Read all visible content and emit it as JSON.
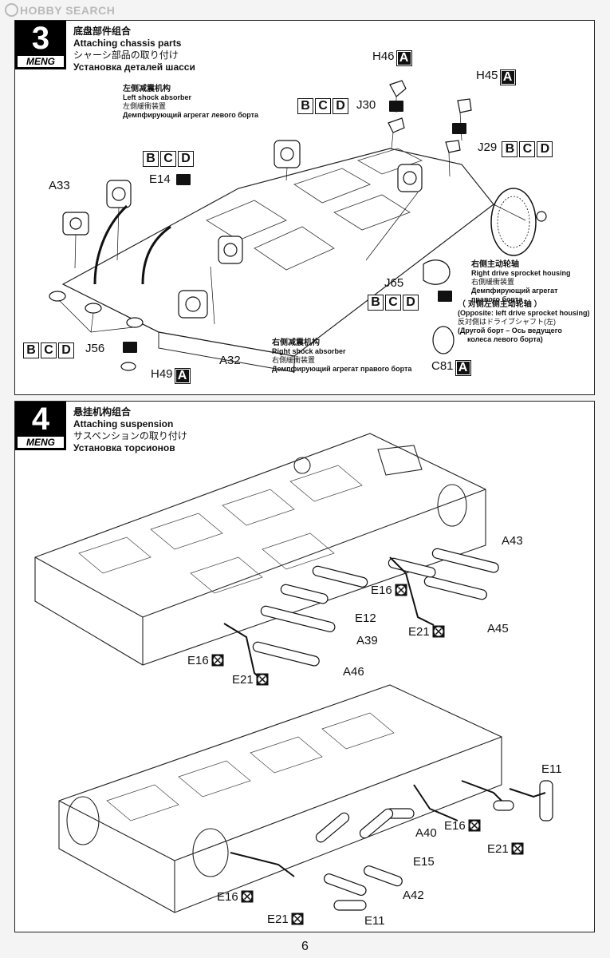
{
  "watermark": "HOBBY SEARCH",
  "page_number": "6",
  "step3": {
    "number": "3",
    "brand": "MENG",
    "title_cn": "底盘部件组合",
    "title_en": "Attaching chassis parts",
    "title_jp": "シャーシ部品の取り付け",
    "title_ru": "Установка деталей шасси",
    "left_shock": {
      "cn": "左侧减震机构",
      "en": "Left shock absorber",
      "jp": "左側緩衝装置",
      "ru": "Демпфирующий агрегат левого борта"
    },
    "right_shock": {
      "cn": "右侧减震机构",
      "en": "Right shock absorber",
      "jp": "右側緩衝装置",
      "ru": "Демпфирующий агрегат правого борта"
    },
    "sprocket": {
      "cn": "右侧主动轮轴",
      "en": "Right drive sprocket housing",
      "jp": "右側緩衝装置",
      "ru1": "Демпфирующий агрегат",
      "ru2": "правого борта"
    },
    "opposite": {
      "cn": "（ 对侧左侧主动轮轴 ）",
      "en": "(Opposite: left drive sprocket housing)",
      "jp": "反対側はドライブシャフト(左)",
      "ru1": "(Другой борт – Ось ведущего",
      "ru2": "колеса левого борта)"
    },
    "parts": {
      "h46": "H46",
      "h45": "H45",
      "j30": "J30",
      "j29": "J29",
      "a33": "A33",
      "e14": "E14",
      "j65": "J65",
      "j56": "J56",
      "h49": "H49",
      "a32": "A32",
      "c81": "C81"
    },
    "letters": {
      "a": "A",
      "b": "B",
      "c": "C",
      "d": "D"
    }
  },
  "step4": {
    "number": "4",
    "brand": "MENG",
    "title_cn": "悬挂机构组合",
    "title_en": "Attaching suspension",
    "title_jp": "サスペンションの取り付け",
    "title_ru": "Установка торсионов",
    "parts": {
      "a43": "A43",
      "e16": "E16",
      "e12": "E12",
      "e21": "E21",
      "a45": "A45",
      "a39": "A39",
      "a46": "A46",
      "e11": "E11",
      "a40": "A40",
      "e15": "E15",
      "a42": "A42"
    }
  }
}
